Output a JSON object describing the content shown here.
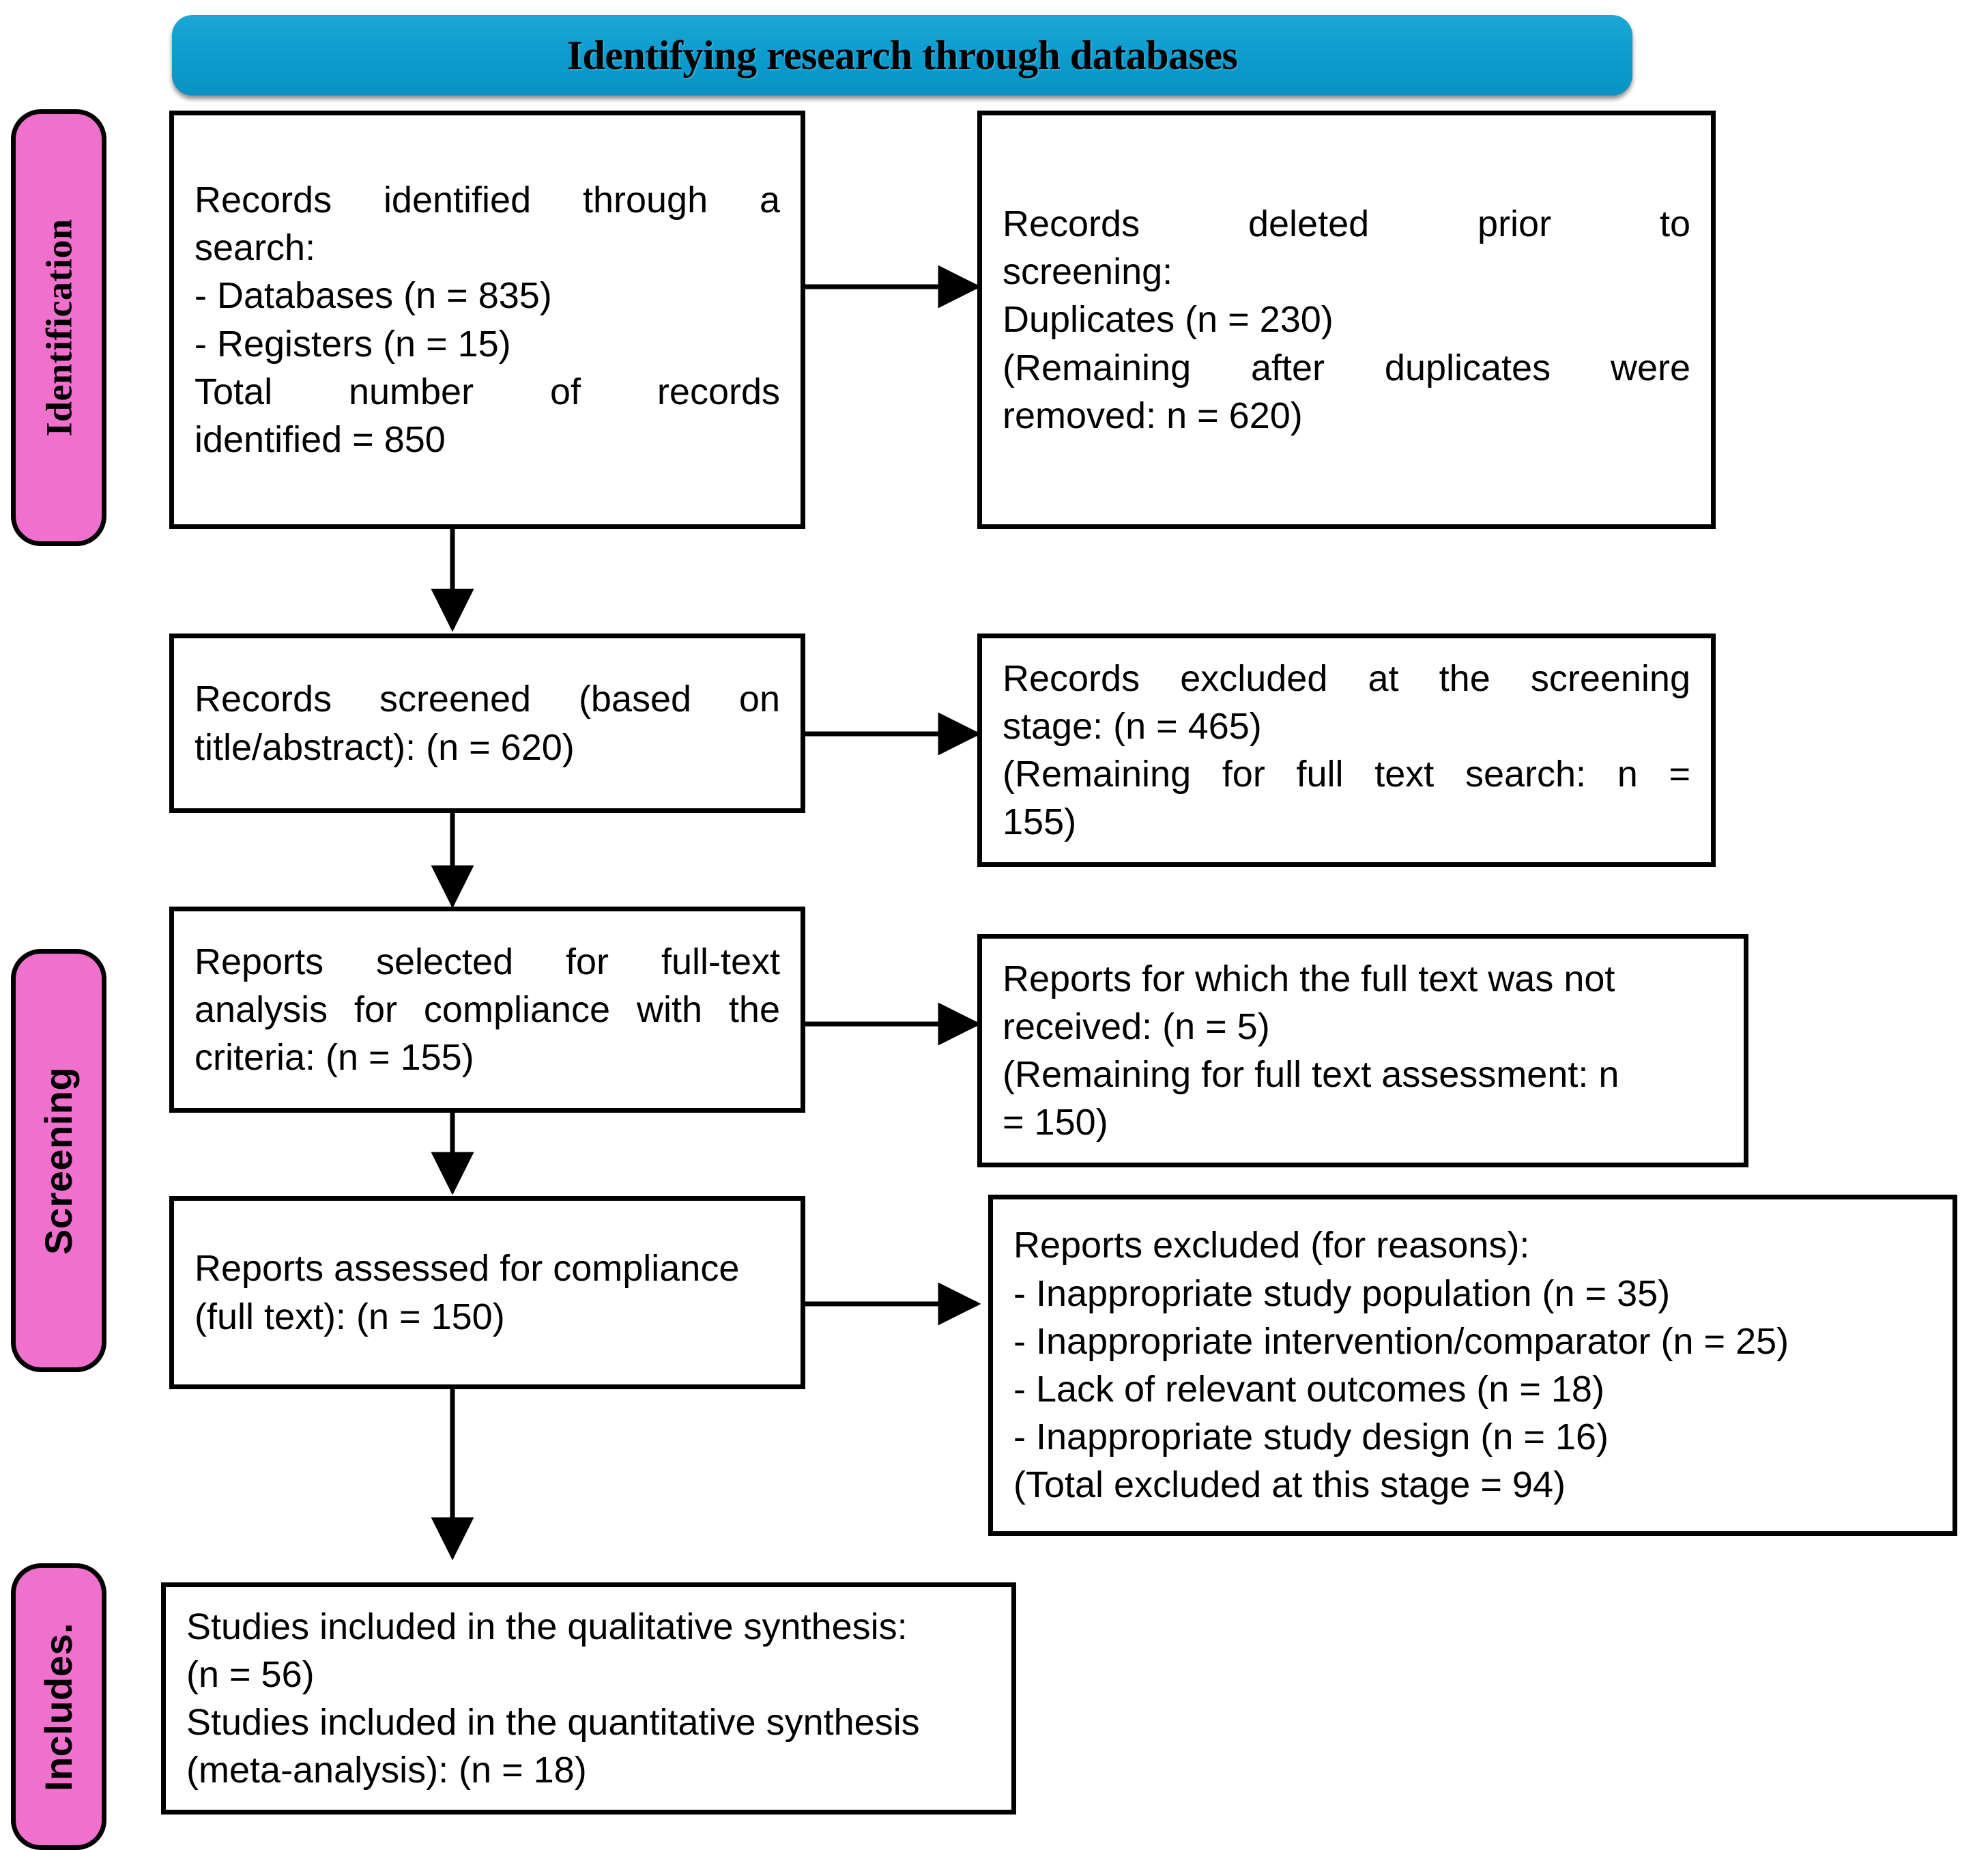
{
  "figure": {
    "type": "prisma-flow-diagram",
    "banner": {
      "title": "Identifying research through databases",
      "color": "#0f9fd0"
    },
    "stage_label_color": "#ef70cd",
    "stages": [
      {
        "id": "identification",
        "label": "Identification"
      },
      {
        "id": "screening",
        "label": "Screening"
      },
      {
        "id": "includes",
        "label": "Includes."
      }
    ]
  },
  "boxes": {
    "identified": {
      "lines": [
        "Records identified through a",
        "search:",
        " - Databases (n = 835)",
        "- Registers (n = 15)",
        "Total number of records",
        "identified = 850"
      ]
    },
    "deleted_prior": {
      "lines": [
        "Records deleted prior to",
        "screening:",
        "Duplicates (n = 230)",
        "(Remaining after duplicates were",
        "removed: n = 620)"
      ]
    },
    "screened": {
      "lines": [
        "Records screened (based on",
        "title/abstract): (n = 620)"
      ]
    },
    "excluded_screening": {
      "lines": [
        "Records excluded at the screening",
        "stage: (n = 465)",
        "(Remaining for full text search: n =",
        "155)"
      ]
    },
    "selected_fulltext": {
      "lines": [
        "Reports selected for full-text",
        "analysis for compliance with the",
        "criteria: (n = 155)"
      ]
    },
    "not_received": {
      "lines": [
        "Reports for which the full text was not",
        "received: (n = 5)",
        "(Remaining for full text assessment: n",
        "= 150)"
      ]
    },
    "assessed": {
      "lines": [
        "Reports assessed for compliance",
        "(full text): (n = 150)"
      ]
    },
    "excluded_reasons": {
      "lines": [
        "Reports excluded (for reasons):",
        " - Inappropriate study population (n = 35)",
        " - Inappropriate intervention/comparator (n = 25)",
        "- Lack of relevant outcomes (n = 18)",
        "- Inappropriate study design (n = 16)",
        " (Total excluded at this stage = 94)"
      ]
    },
    "included": {
      "lines": [
        "Studies included in the qualitative synthesis:",
        "(n = 56)",
        "Studies included in the quantitative synthesis",
        "(meta-analysis): (n = 18)"
      ]
    }
  },
  "chart_data": {
    "type": "diagram",
    "title": "Identifying research through databases",
    "nodes": [
      {
        "id": "identified",
        "stage": "Identification",
        "label": "Records identified through a search",
        "databases": 835,
        "registers": 15,
        "total": 850
      },
      {
        "id": "deleted_prior",
        "stage": "Identification",
        "label": "Records deleted prior to screening",
        "duplicates": 230,
        "remaining": 620
      },
      {
        "id": "screened",
        "stage": "Screening",
        "label": "Records screened (based on title/abstract)",
        "n": 620
      },
      {
        "id": "excluded_screening",
        "stage": "Screening",
        "label": "Records excluded at the screening stage",
        "n": 465,
        "remaining": 155
      },
      {
        "id": "selected_fulltext",
        "stage": "Screening",
        "label": "Reports selected for full-text analysis for compliance with the criteria",
        "n": 155
      },
      {
        "id": "not_received",
        "stage": "Screening",
        "label": "Reports for which the full text was not received",
        "n": 5,
        "remaining": 150
      },
      {
        "id": "assessed",
        "stage": "Screening",
        "label": "Reports assessed for compliance (full text)",
        "n": 150
      },
      {
        "id": "excluded_reasons",
        "stage": "Screening",
        "label": "Reports excluded (for reasons)",
        "inappropriate_study_population": 35,
        "inappropriate_intervention_comparator": 25,
        "lack_of_relevant_outcomes": 18,
        "inappropriate_study_design": 16,
        "total_excluded": 94
      },
      {
        "id": "included",
        "stage": "Includes.",
        "label": "Studies included",
        "qualitative_synthesis": 56,
        "quantitative_synthesis_meta_analysis": 18
      }
    ],
    "edges": [
      {
        "from": "identified",
        "to": "deleted_prior",
        "direction": "right"
      },
      {
        "from": "identified",
        "to": "screened",
        "direction": "down"
      },
      {
        "from": "screened",
        "to": "excluded_screening",
        "direction": "right"
      },
      {
        "from": "screened",
        "to": "selected_fulltext",
        "direction": "down"
      },
      {
        "from": "selected_fulltext",
        "to": "not_received",
        "direction": "right"
      },
      {
        "from": "selected_fulltext",
        "to": "assessed",
        "direction": "down"
      },
      {
        "from": "assessed",
        "to": "excluded_reasons",
        "direction": "right"
      },
      {
        "from": "assessed",
        "to": "included",
        "direction": "down"
      }
    ]
  }
}
